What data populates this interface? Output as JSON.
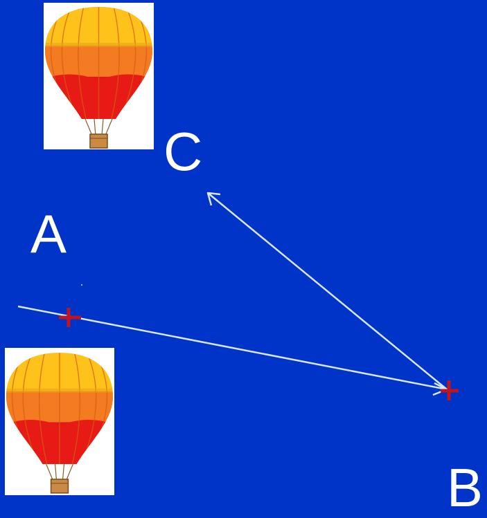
{
  "labels": {
    "a": "A",
    "b": "B",
    "c": "C"
  },
  "icons": {
    "balloon": "hot-air-balloon-icon",
    "marker": "cross-marker-icon",
    "arrow": "arrow-line"
  },
  "colors": {
    "background": "#0033c8",
    "line": "#d8e6ff",
    "marker": "#c0141e",
    "label": "#ffffff"
  }
}
